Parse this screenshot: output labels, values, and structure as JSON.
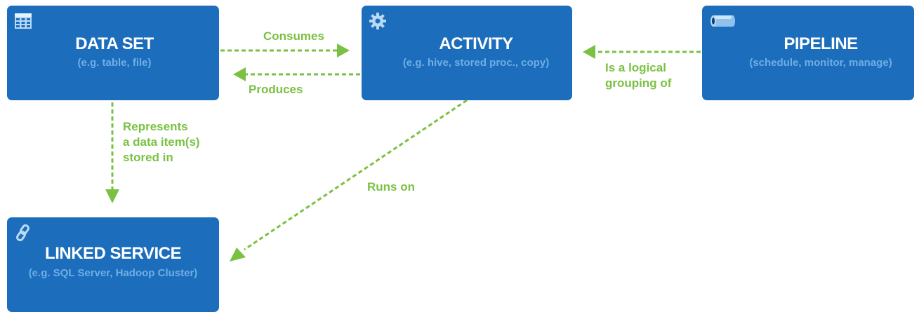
{
  "entities": {
    "dataset": {
      "title": "DATA SET",
      "subtitle": "(e.g. table, file)",
      "icon": "table-grid-icon"
    },
    "activity": {
      "title": "ACTIVITY",
      "subtitle": "(e.g. hive, stored proc., copy)",
      "icon": "gear-icon"
    },
    "pipeline": {
      "title": "PIPELINE",
      "subtitle": "(schedule, monitor, manage)",
      "icon": "pipe-icon"
    },
    "linked_service": {
      "title": "LINKED SERVICE",
      "subtitle": "(e.g. SQL Server, Hadoop Cluster)",
      "icon": "chain-link-icon"
    }
  },
  "relationships": {
    "consumes": {
      "lines": [
        "Consumes"
      ]
    },
    "produces": {
      "lines": [
        "Produces"
      ]
    },
    "grouping": {
      "lines": [
        "Is a logical",
        "grouping of"
      ]
    },
    "represents": {
      "lines": [
        "Represents",
        "a data item(s)",
        "stored in"
      ]
    },
    "runs_on": {
      "lines": [
        "Runs on"
      ]
    }
  },
  "colors": {
    "box_fill": "#1c6dbb",
    "title_text": "#ffffff",
    "subtitle_text": "#6faee6",
    "connector": "#7ac143",
    "icon_fill": "#b9d9f5"
  }
}
